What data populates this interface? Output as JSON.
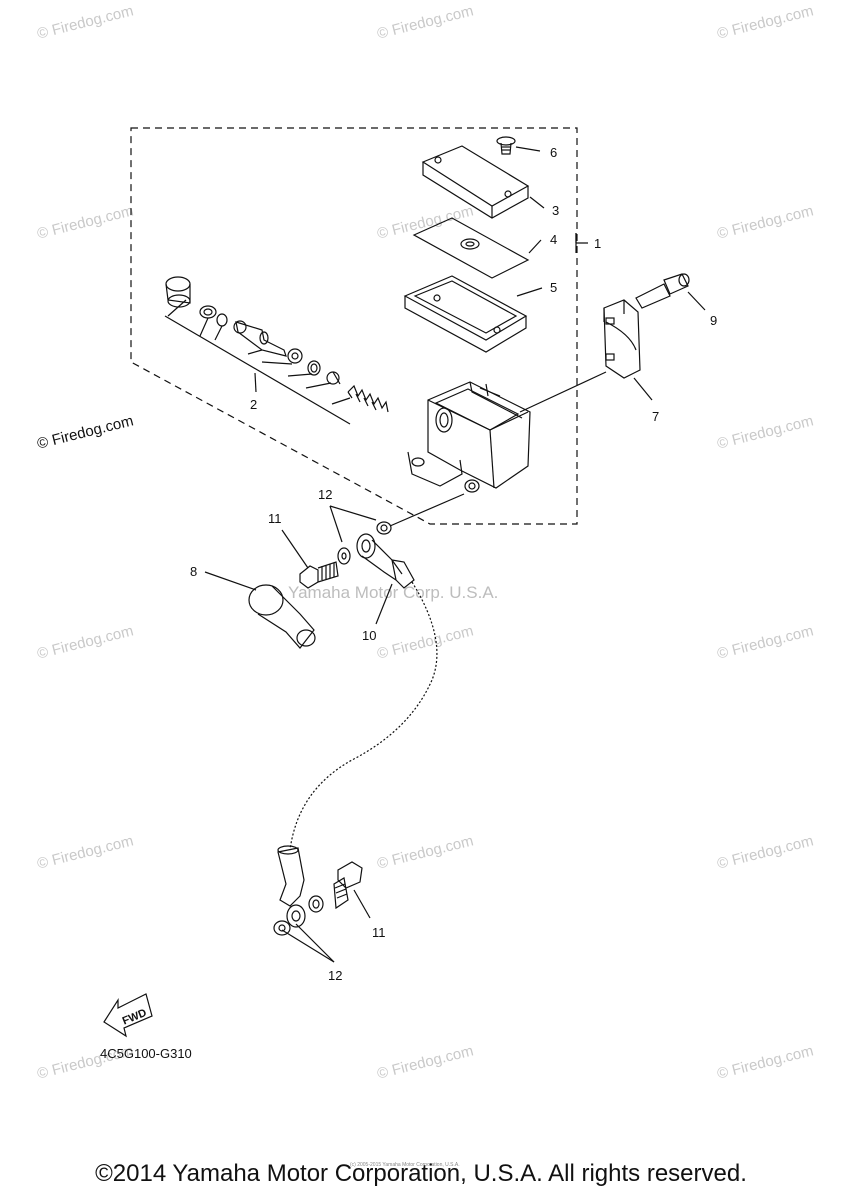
{
  "watermark_text": "© Firedog.com",
  "center_watermark": "Yamaha Motor Corp. U.S.A.",
  "small_notice": "(c) 2005-2015 Yamaha Motor Corporation, U.S.A.",
  "callouts": {
    "c1": "1",
    "c2": "2",
    "c3": "3",
    "c4": "4",
    "c5": "5",
    "c6": "6",
    "c7": "7",
    "c8": "8",
    "c9": "9",
    "c10": "10",
    "c11a": "11",
    "c11b": "11",
    "c12a": "12",
    "c12b": "12"
  },
  "fwd_label": "FWD",
  "diagram_code": "4C5G100-G310",
  "footer": "©2014 Yamaha Motor Corporation, U.S.A. All rights reserved."
}
